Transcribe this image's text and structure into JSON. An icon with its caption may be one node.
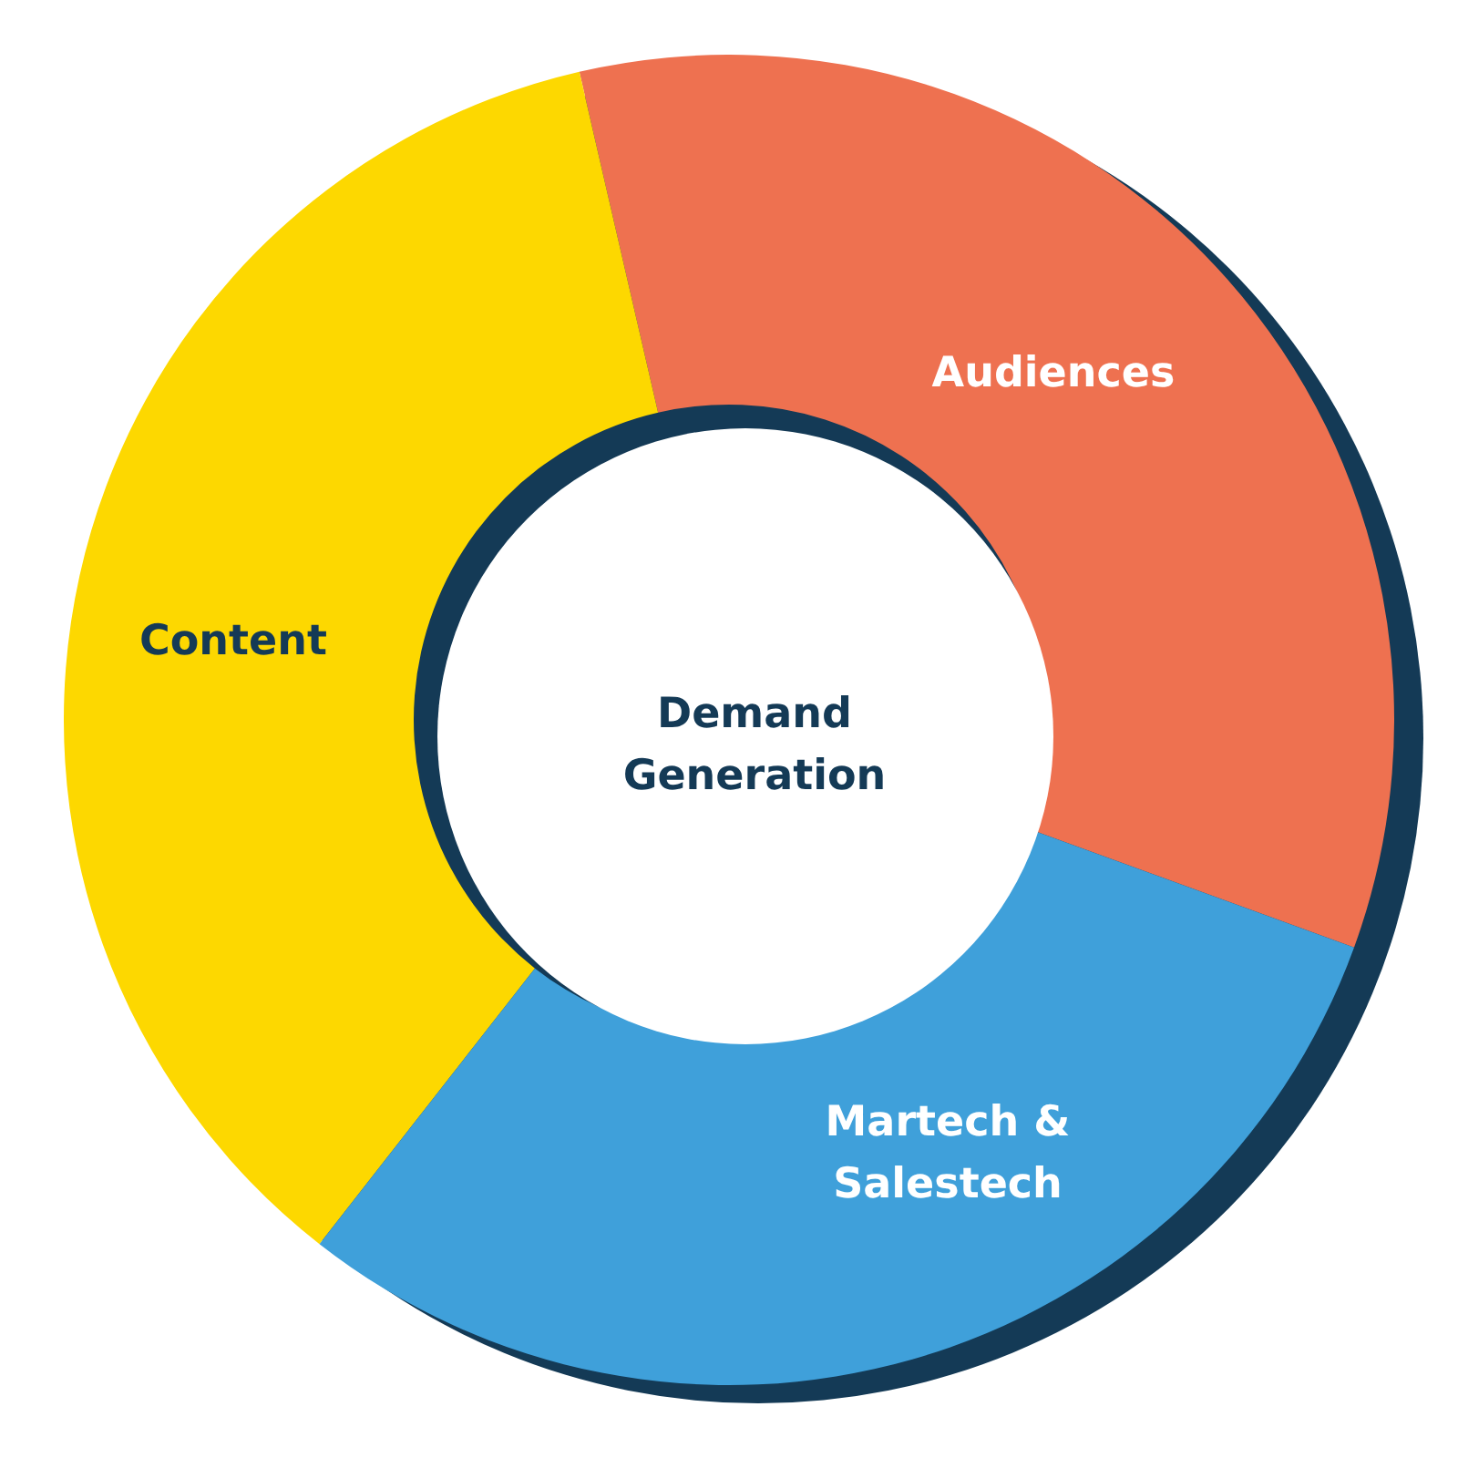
{
  "diagram": {
    "nodes": [
      {
        "text": [
          "Audiences"
        ]
      },
      {
        "text": [
          "Content"
        ]
      },
      {
        "text": [
          "Demand Generation"
        ]
      },
      {
        "text": [
          "Martech & Salestech"
        ]
      }
    ]
  }
}
